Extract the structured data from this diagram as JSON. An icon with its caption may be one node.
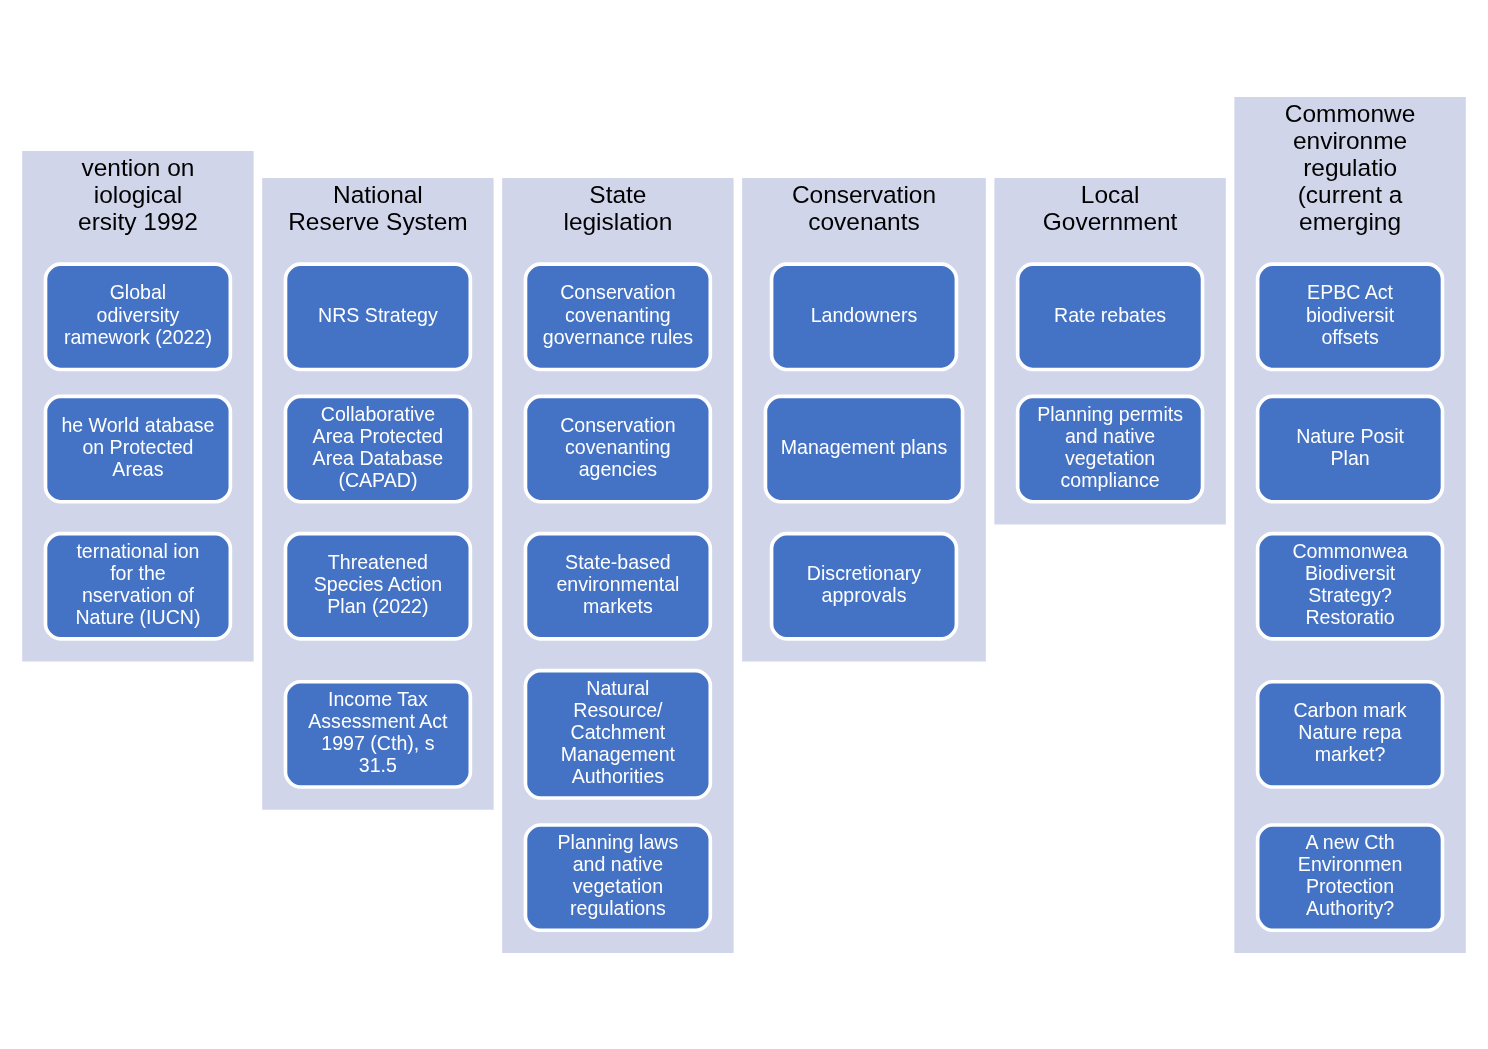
{
  "diagram": {
    "nodes": [
      {
        "text": [
          "vention on iological ersity 1992"
        ]
      },
      {
        "text": [
          "Global odiversity ramework (2022)"
        ],
        "in": 0
      },
      {
        "text": [
          "he World atabase on Protected Areas"
        ],
        "in": 0
      },
      {
        "text": [
          "ternational ion for the nservation of Nature (IUCN)"
        ],
        "in": 0
      },
      {
        "text": [
          "National Reserve System"
        ]
      },
      {
        "text": [
          "NRS Strategy"
        ],
        "in": 4
      },
      {
        "text": [
          "Collaborative Area Protected Area Database (CAPAD)"
        ],
        "in": 4
      },
      {
        "text": [
          "Threatened Species Action Plan (2022)"
        ],
        "in": 4
      },
      {
        "text": [
          "Income Tax Assessment Act 1997 (Cth), s 31.5"
        ],
        "in": 4
      },
      {
        "text": [
          "State legislation"
        ]
      },
      {
        "text": [
          "Conservation covenanting governance rules"
        ],
        "in": 9
      },
      {
        "text": [
          "Conservation covenanting agencies"
        ],
        "in": 9
      },
      {
        "text": [
          "State-based environmental markets"
        ],
        "in": 9
      },
      {
        "text": [
          "Natural Resource/ Catchment Management Authorities"
        ],
        "in": 9
      },
      {
        "text": [
          "Planning laws and native vegetation regulations"
        ],
        "in": 9
      },
      {
        "text": [
          "Conservation covenants"
        ]
      },
      {
        "text": [
          "Landowners"
        ],
        "in": 15
      },
      {
        "text": [
          "Management plans"
        ],
        "in": 15
      },
      {
        "text": [
          "Discretionary approvals"
        ],
        "in": 15
      },
      {
        "text": [
          "Local Government"
        ]
      },
      {
        "text": [
          "Rate rebates"
        ],
        "in": 19
      },
      {
        "text": [
          "Planning permits and native vegetation compliance"
        ],
        "in": 19
      },
      {
        "text": [
          "Commonwe environme regulatio (current a emerging"
        ]
      },
      {
        "text": [
          "EPBC Act biodiversit offsets"
        ],
        "in": 22
      },
      {
        "text": [
          "Nature Posit Plan"
        ],
        "in": 22
      },
      {
        "text": [
          "Commonwea Biodiversit Strategy? Restoratio"
        ],
        "in": 22
      },
      {
        "text": [
          "Carbon mark Nature repa market?"
        ],
        "in": 22
      },
      {
        "text": [
          "A new Cth Environmen Protection Authority?"
        ],
        "in": 22
      }
    ]
  }
}
